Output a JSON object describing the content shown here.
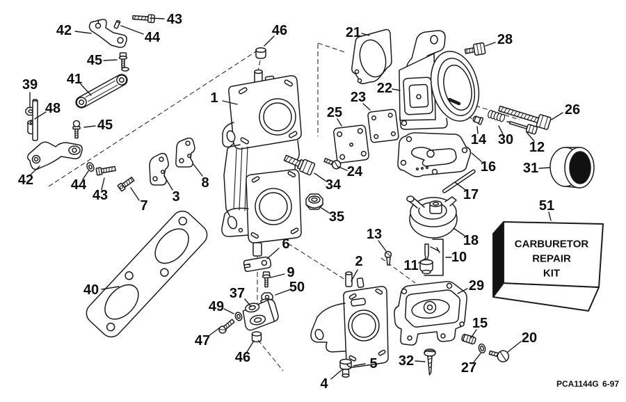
{
  "diagram": {
    "background_color": "#ffffff",
    "line_color": "#1a1a1a",
    "footer": {
      "code": "PCA1144G",
      "issue": "6-97"
    },
    "repair_kit_box": {
      "line1": "CARBURETOR",
      "line2": "REPAIR",
      "line3": "KIT"
    },
    "callouts": [
      {
        "id": "1",
        "label": "1"
      },
      {
        "id": "2",
        "label": "2"
      },
      {
        "id": "3",
        "label": "3"
      },
      {
        "id": "4",
        "label": "4"
      },
      {
        "id": "5",
        "label": "5"
      },
      {
        "id": "6",
        "label": "6"
      },
      {
        "id": "7",
        "label": "7"
      },
      {
        "id": "8",
        "label": "8"
      },
      {
        "id": "9",
        "label": "9"
      },
      {
        "id": "10",
        "label": "10"
      },
      {
        "id": "11",
        "label": "11"
      },
      {
        "id": "12",
        "label": "12"
      },
      {
        "id": "13",
        "label": "13"
      },
      {
        "id": "14",
        "label": "14"
      },
      {
        "id": "15",
        "label": "15"
      },
      {
        "id": "16",
        "label": "16"
      },
      {
        "id": "17",
        "label": "17"
      },
      {
        "id": "18",
        "label": "18"
      },
      {
        "id": "20",
        "label": "20"
      },
      {
        "id": "21",
        "label": "21"
      },
      {
        "id": "22",
        "label": "22"
      },
      {
        "id": "23",
        "label": "23"
      },
      {
        "id": "24",
        "label": "24"
      },
      {
        "id": "25",
        "label": "25"
      },
      {
        "id": "26",
        "label": "26"
      },
      {
        "id": "27",
        "label": "27"
      },
      {
        "id": "28",
        "label": "28"
      },
      {
        "id": "29",
        "label": "29"
      },
      {
        "id": "30",
        "label": "30"
      },
      {
        "id": "31",
        "label": "31"
      },
      {
        "id": "32",
        "label": "32"
      },
      {
        "id": "34",
        "label": "34"
      },
      {
        "id": "35",
        "label": "35"
      },
      {
        "id": "37",
        "label": "37"
      },
      {
        "id": "39",
        "label": "39"
      },
      {
        "id": "40",
        "label": "40"
      },
      {
        "id": "41",
        "label": "41"
      },
      {
        "id": "42a",
        "label": "42"
      },
      {
        "id": "42b",
        "label": "42"
      },
      {
        "id": "43a",
        "label": "43"
      },
      {
        "id": "43b",
        "label": "43"
      },
      {
        "id": "44a",
        "label": "44"
      },
      {
        "id": "44b",
        "label": "44"
      },
      {
        "id": "45a",
        "label": "45"
      },
      {
        "id": "45b",
        "label": "45"
      },
      {
        "id": "46a",
        "label": "46"
      },
      {
        "id": "46b",
        "label": "46"
      },
      {
        "id": "47",
        "label": "47"
      },
      {
        "id": "48",
        "label": "48"
      },
      {
        "id": "49",
        "label": "49"
      },
      {
        "id": "50",
        "label": "50"
      },
      {
        "id": "51",
        "label": "51"
      }
    ]
  }
}
